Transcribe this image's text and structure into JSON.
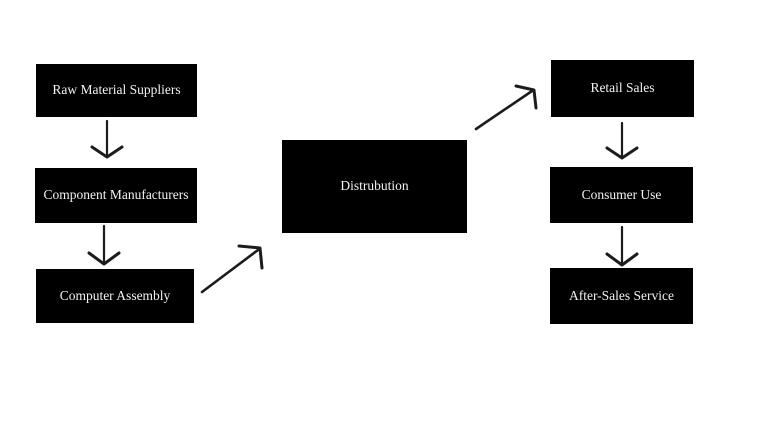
{
  "diagram": {
    "type": "flowchart",
    "background": "#ffffff",
    "node_style": {
      "fill": "#000000",
      "text_color": "#f2f2f2"
    },
    "arrow_color": "#1c1c1c",
    "nodes": [
      {
        "id": "raw-material-suppliers",
        "label": "Raw Material Suppliers"
      },
      {
        "id": "component-manufacturers",
        "label": "Component Manufacturers"
      },
      {
        "id": "computer-assembly",
        "label": "Computer Assembly"
      },
      {
        "id": "distribution",
        "label": "Distrubution"
      },
      {
        "id": "retail-sales",
        "label": "Retail Sales"
      },
      {
        "id": "consumer-use",
        "label": "Consumer Use"
      },
      {
        "id": "after-sales-service",
        "label": "After-Sales Service"
      }
    ],
    "edges": [
      {
        "from": "raw-material-suppliers",
        "to": "component-manufacturers",
        "direction": "down"
      },
      {
        "from": "component-manufacturers",
        "to": "computer-assembly",
        "direction": "down"
      },
      {
        "from": "computer-assembly",
        "to": "distribution",
        "direction": "up-right"
      },
      {
        "from": "distribution",
        "to": "retail-sales",
        "direction": "up-right"
      },
      {
        "from": "retail-sales",
        "to": "consumer-use",
        "direction": "down"
      },
      {
        "from": "consumer-use",
        "to": "after-sales-service",
        "direction": "down"
      }
    ]
  }
}
